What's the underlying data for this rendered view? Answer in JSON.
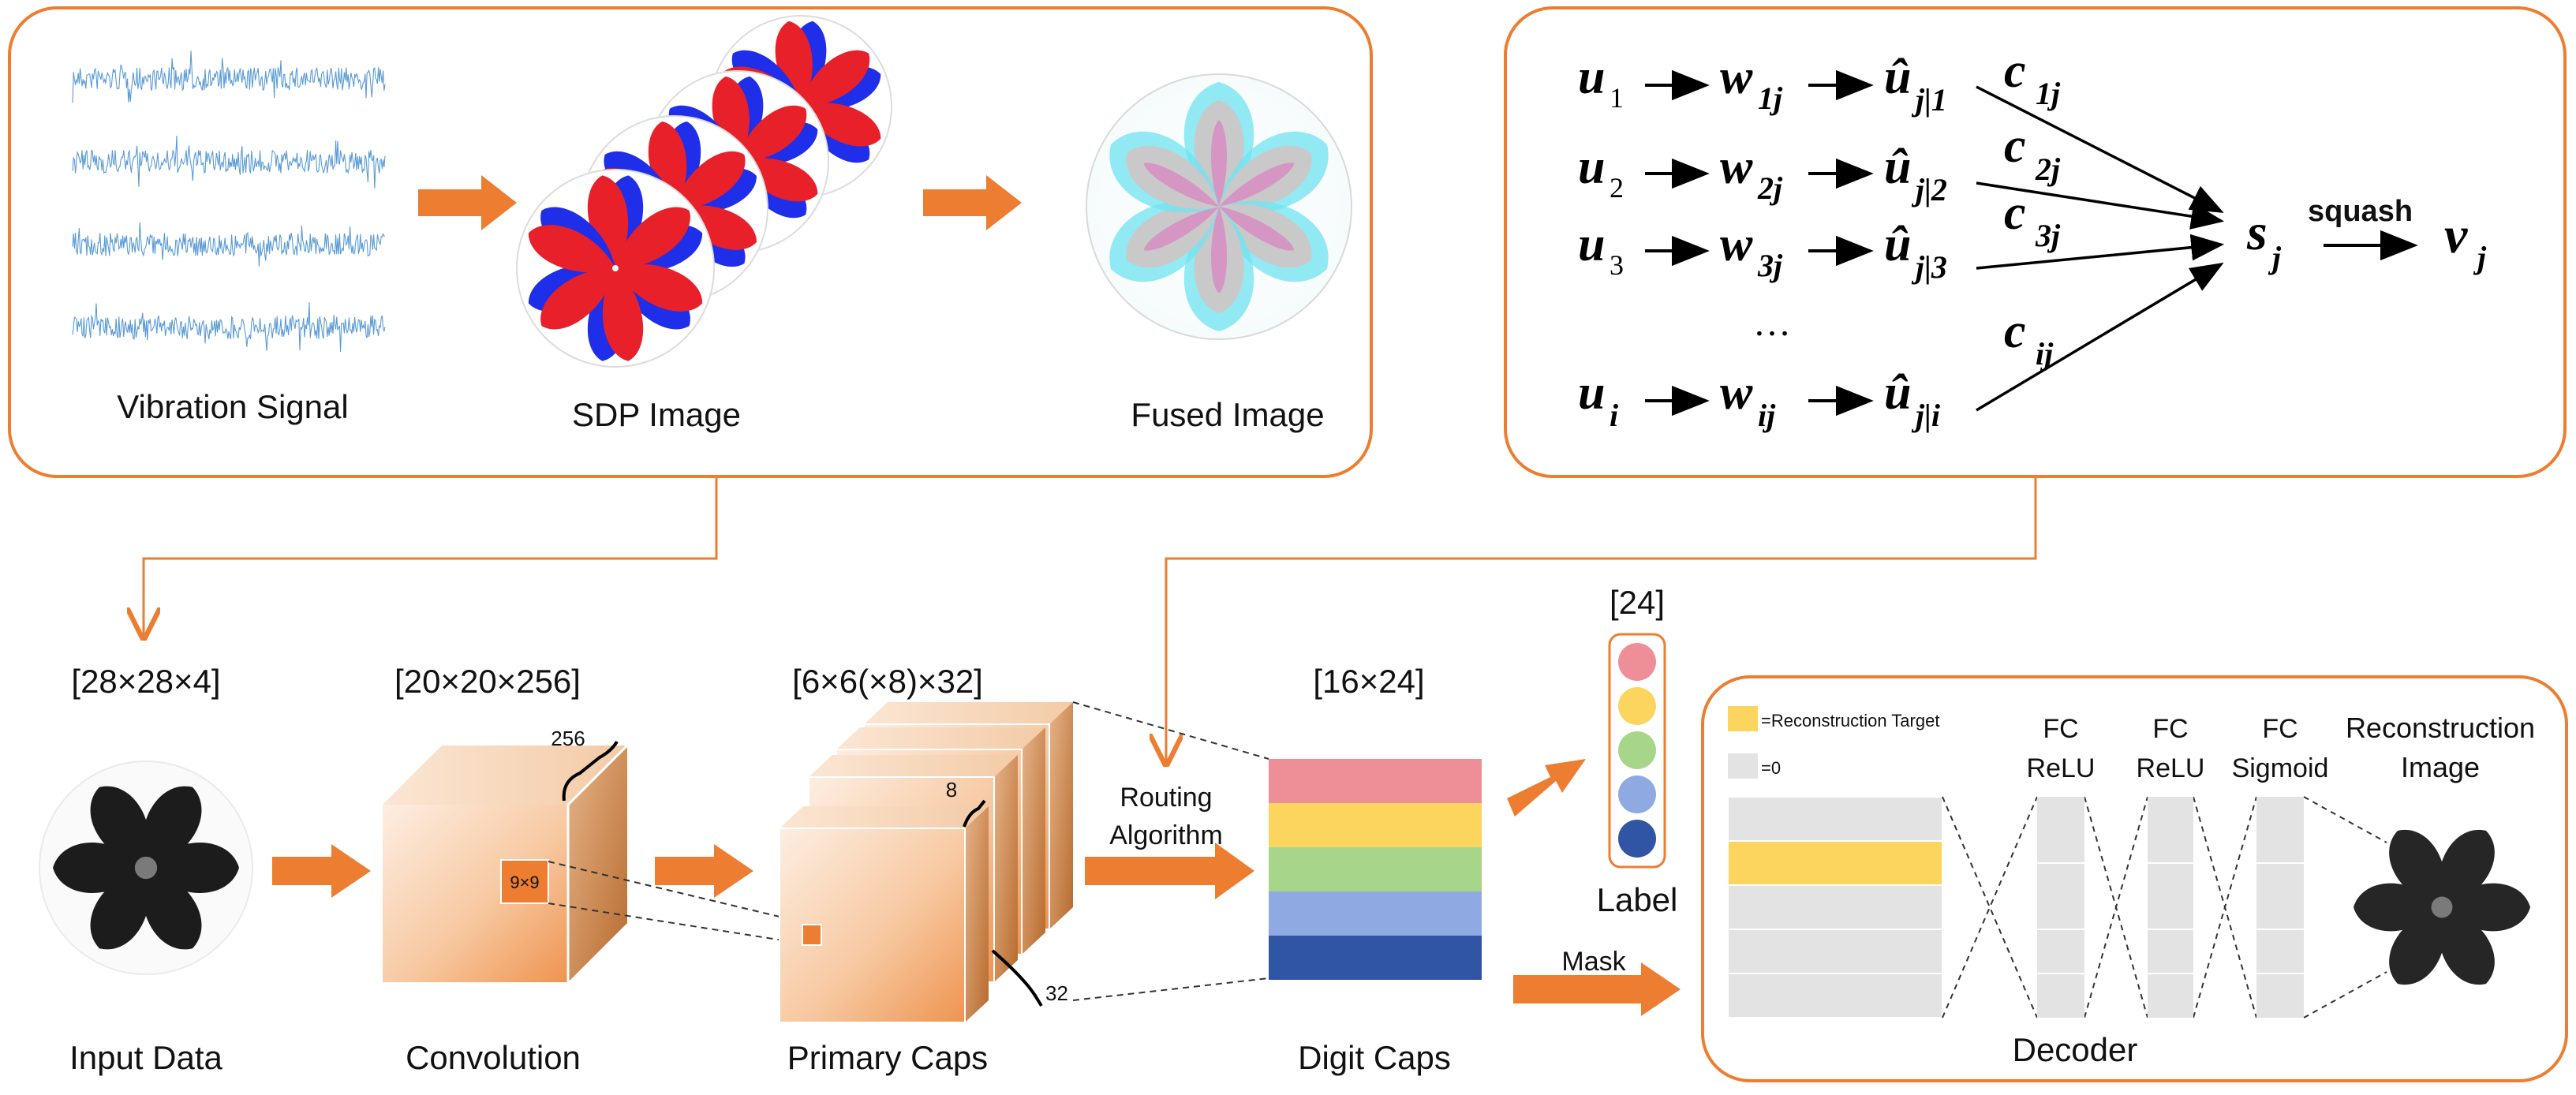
{
  "top_left_panel": {
    "labels": {
      "vibration": "Vibration Signal",
      "sdp": "SDP Image",
      "fused": "Fused Image"
    }
  },
  "routing_panel": {
    "inputs": [
      {
        "u": "u",
        "u_sub": "1",
        "w": "w",
        "w_sub": "1j",
        "uhat": "û",
        "uhat_sub": "j|1",
        "c": "c",
        "c_sub": "1j"
      },
      {
        "u": "u",
        "u_sub": "2",
        "w": "w",
        "w_sub": "2j",
        "uhat": "û",
        "uhat_sub": "j|2",
        "c": "c",
        "c_sub": "2j"
      },
      {
        "u": "u",
        "u_sub": "3",
        "w": "w",
        "w_sub": "3j",
        "uhat": "û",
        "uhat_sub": "j|3",
        "c": "c",
        "c_sub": "3j"
      },
      {
        "u": "u",
        "u_sub": "i",
        "w": "w",
        "w_sub": "ij",
        "uhat": "û",
        "uhat_sub": "j|i",
        "c": "c",
        "c_sub": "ij"
      }
    ],
    "ellipsis": "…",
    "s": "s",
    "s_sub": "j",
    "squash": "squash",
    "v": "v",
    "v_sub": "j"
  },
  "pipeline": {
    "input": {
      "dims": "[28×28×4]",
      "label": "Input Data"
    },
    "conv": {
      "dims": "[20×20×256]",
      "label": "Convolution",
      "depth": "256",
      "kernel": "9×9"
    },
    "primary": {
      "dims": "[6×6(×8)×32]",
      "label": "Primary Caps",
      "depth": "8",
      "count": "32"
    },
    "routing": {
      "line1": "Routing",
      "line2": "Algorithm"
    },
    "digit": {
      "dims": "[16×24]",
      "label": "Digit Caps"
    },
    "label_box": {
      "dims": "[24]",
      "label": "Label"
    },
    "mask": "Mask"
  },
  "decoder": {
    "legend_target": "=Reconstruction Target",
    "legend_zero": "=0",
    "layers": [
      {
        "line1": "FC",
        "line2": "ReLU"
      },
      {
        "line1": "FC",
        "line2": "ReLU"
      },
      {
        "line1": "FC",
        "line2": "Sigmoid"
      }
    ],
    "recon_line1": "Reconstruction",
    "recon_line2": "Image",
    "title": "Decoder"
  },
  "colors": {
    "orange": "#ed7d31",
    "digit_rows": [
      "#ee8e96",
      "#fcd55f",
      "#a7d68a",
      "#8fa9e3",
      "#2f55a4"
    ],
    "label_dots": [
      "#ee8e96",
      "#fcd55f",
      "#a7d68a",
      "#8fa9e3",
      "#2f55a4"
    ],
    "target_yellow": "#fcd55f",
    "zero_gray": "#e3e3e3"
  }
}
